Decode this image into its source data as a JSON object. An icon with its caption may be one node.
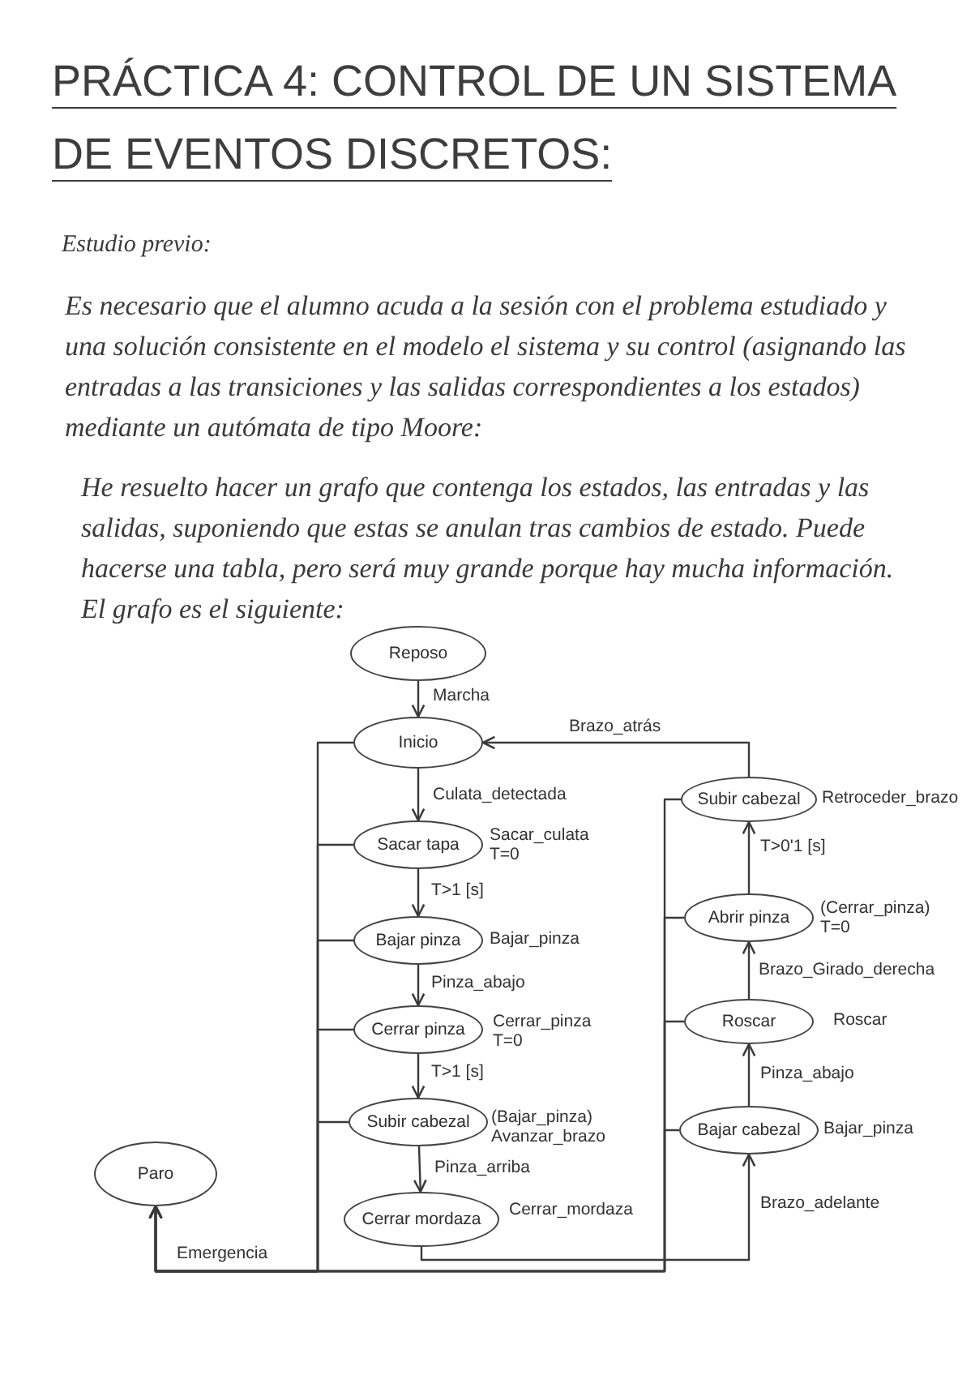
{
  "diagram": {
    "title": "PRÁCTICA 4: CONTROL DE UN SISTEMA DE EVENTOS DISCRETOS:",
    "nodes": [
      {
        "text": [
          "Reposo"
        ]
      },
      {
        "text": [
          "Inicio"
        ]
      },
      {
        "text": [
          "Sacar tapa"
        ],
        "beside": [
          "Sacar_culata",
          "T=0"
        ]
      },
      {
        "text": [
          "Bajar pinza"
        ],
        "beside": [
          "Bajar_pinza"
        ]
      },
      {
        "text": [
          "Cerrar pinza"
        ],
        "beside": [
          "Cerrar_pinza",
          "T=0"
        ]
      },
      {
        "text": [
          "Subir cabezal"
        ],
        "beside": [
          "(Bajar_pinza)",
          "Avanzar_brazo"
        ]
      },
      {
        "text": [
          "Cerrar mordaza"
        ],
        "beside": [
          "Cerrar_mordaza"
        ]
      },
      {
        "text": [
          "Subir cabezal"
        ],
        "beside": [
          "Retroceder_brazo"
        ]
      },
      {
        "text": [
          "Abrir pinza"
        ],
        "beside": [
          "(Cerrar_pinza)",
          "T=0"
        ]
      },
      {
        "text": [
          "Roscar"
        ],
        "beside": [
          "Roscar"
        ]
      },
      {
        "text": [
          "Bajar cabezal"
        ],
        "beside": [
          "Bajar_pinza"
        ]
      },
      {
        "text": [
          "Paro"
        ]
      }
    ],
    "edges": [
      {
        "from": 0,
        "to": 1,
        "arrow": "to",
        "label": "Marcha"
      },
      {
        "from": 1,
        "to": 2,
        "arrow": "to",
        "label": "Culata_detectada"
      },
      {
        "from": 2,
        "to": 3,
        "arrow": "to",
        "label": "T>1 [s]"
      },
      {
        "from": 3,
        "to": 4,
        "arrow": "to",
        "label": "Pinza_abajo"
      },
      {
        "from": 4,
        "to": 5,
        "arrow": "to",
        "label": "T>1 [s]"
      },
      {
        "from": 5,
        "to": 6,
        "arrow": "to",
        "label": "Pinza_arriba"
      },
      {
        "from": 6,
        "to": 10,
        "arrow": "to",
        "label": "Brazo_adelante"
      },
      {
        "from": 10,
        "to": 9,
        "arrow": "to",
        "label": "Pinza_abajo"
      },
      {
        "from": 9,
        "to": 8,
        "arrow": "to",
        "label": "Brazo_Girado_derecha"
      },
      {
        "from": 8,
        "to": 7,
        "arrow": "to",
        "label": "T>0'1 [s]"
      },
      {
        "from": 7,
        "to": 1,
        "arrow": "to",
        "label": "Brazo_atrás"
      },
      {
        "from": 1,
        "to": 11,
        "arrow": "to",
        "label": "Emergencia"
      },
      {
        "from": 2,
        "to": 11,
        "arrow": "to"
      },
      {
        "from": 3,
        "to": 11,
        "arrow": "to"
      },
      {
        "from": 4,
        "to": 11,
        "arrow": "to"
      },
      {
        "from": 5,
        "to": 11,
        "arrow": "to"
      },
      {
        "from": 7,
        "to": 11,
        "arrow": "to"
      },
      {
        "from": 8,
        "to": 11,
        "arrow": "to"
      },
      {
        "from": 9,
        "to": 11,
        "arrow": "to"
      },
      {
        "from": 10,
        "to": 11,
        "arrow": "to"
      }
    ],
    "labels": [
      "Estudio previo:",
      "Es necesario que el alumno acuda a la sesión con el problema estudiado y una solución consistente en el modelo el sistema y su control (asignando las entradas a las transiciones y las salidas correspondientes a los estados) mediante un autómata de tipo Moore:",
      "He resuelto hacer un grafo que contenga los estados, las entradas y las salidas, suponiendo que estas se anulan tras cambios de estado. Puede hacerse una tabla, pero será muy grande porque hay mucha información. El grafo es el siguiente:"
    ]
  }
}
